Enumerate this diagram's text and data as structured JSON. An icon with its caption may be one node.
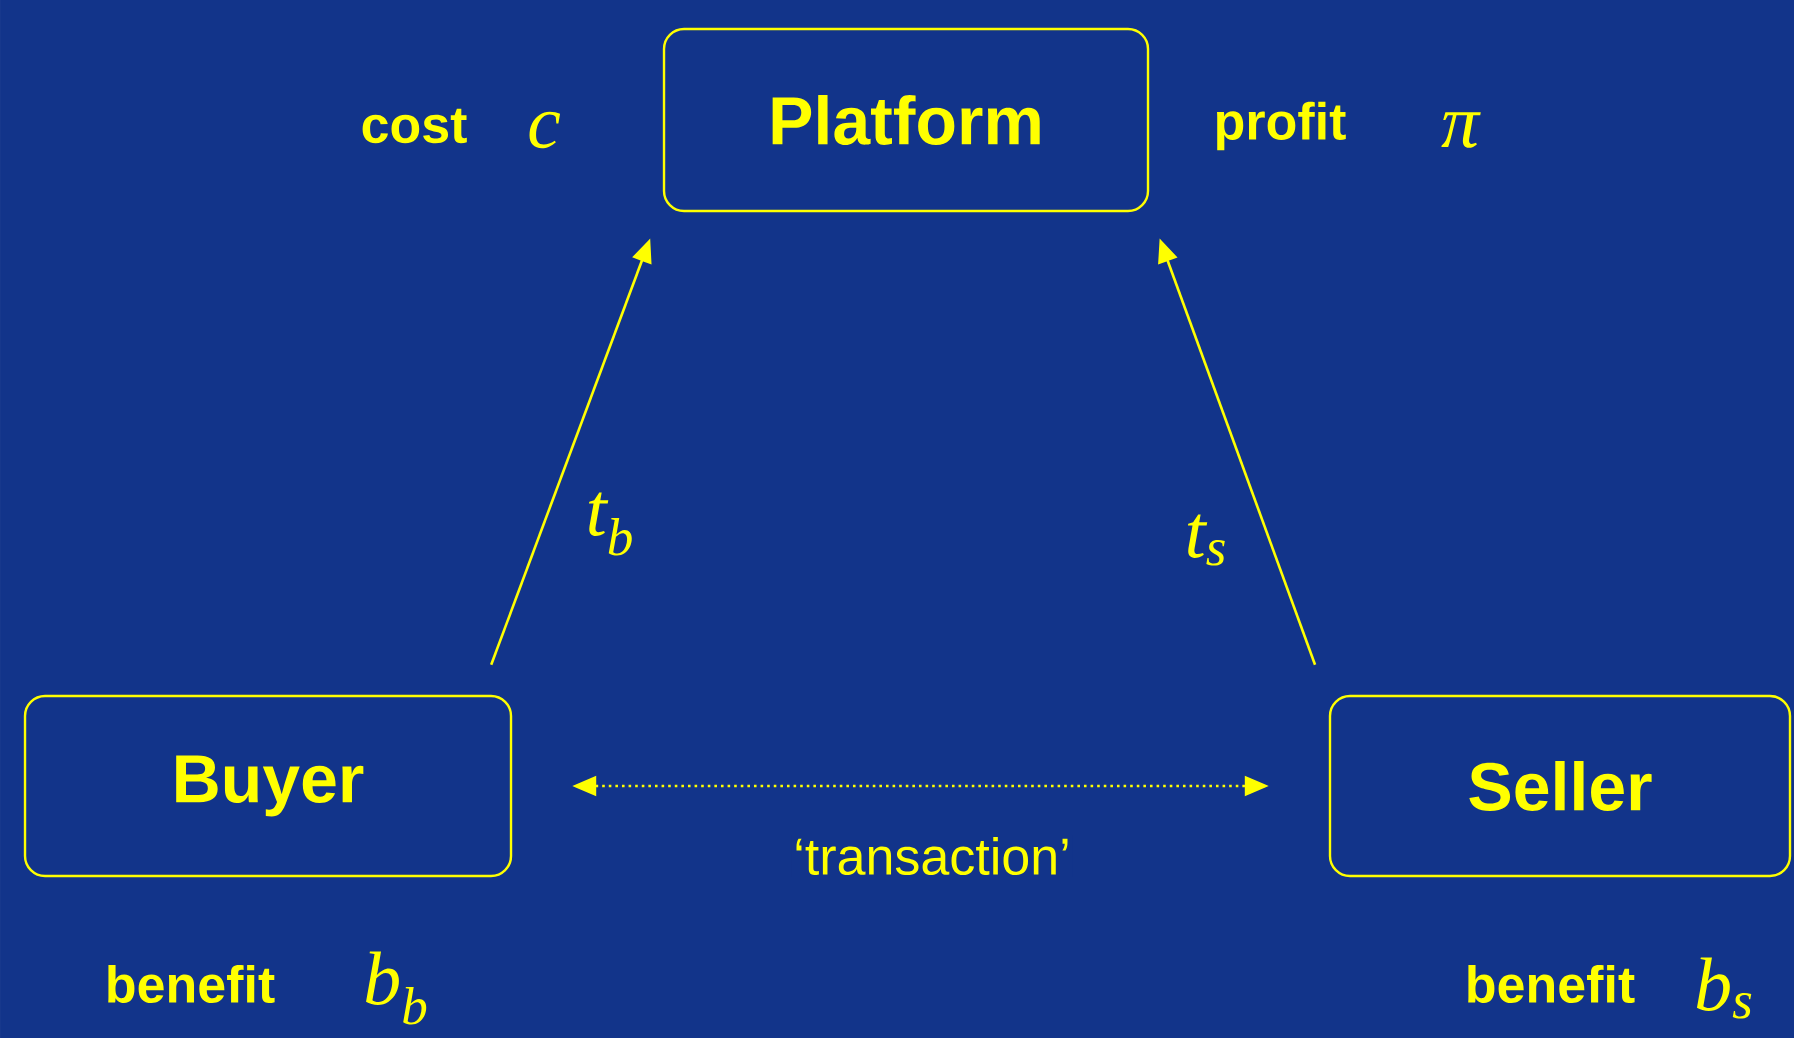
{
  "diagram": {
    "nodes": [
      {
        "text": [
          "Platform"
        ],
        "beside": [
          "cost",
          "c",
          "profit",
          "π"
        ]
      },
      {
        "text": [
          "Buyer"
        ],
        "beside": [
          "benefit",
          "b$_{b}$"
        ]
      },
      {
        "text": [
          "Seller"
        ],
        "beside": [
          "benefit",
          "b$_{s}$"
        ]
      }
    ],
    "edges": [
      {
        "from": 1,
        "to": 0,
        "arrow": "to",
        "label": "t$_{b}$"
      },
      {
        "from": 2,
        "to": 0,
        "arrow": "to",
        "label": "t$_{s}$"
      },
      {
        "from": 1,
        "to": 2,
        "arrow": "both",
        "style": "dashed",
        "label": "‘transaction’"
      }
    ]
  }
}
